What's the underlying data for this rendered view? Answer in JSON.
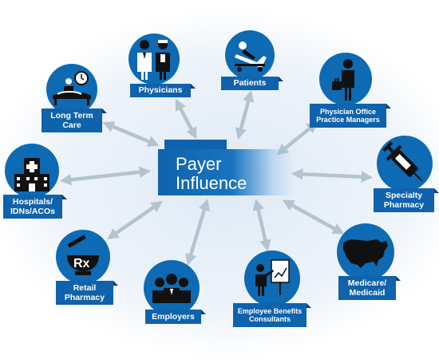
{
  "center": {
    "line1": "Payer",
    "line2": "Influence"
  },
  "nodes": [
    {
      "id": "physicians",
      "lines": [
        "Physicians"
      ],
      "icon": "physicians-icon"
    },
    {
      "id": "patients",
      "lines": [
        "Patients"
      ],
      "icon": "patient-bed-icon"
    },
    {
      "id": "long-term-care",
      "lines": [
        "Long Term",
        "Care"
      ],
      "icon": "long-term-care-icon"
    },
    {
      "id": "physician-office",
      "lines": [
        "Physician Office",
        "Practice Managers"
      ],
      "icon": "office-worker-icon"
    },
    {
      "id": "hospitals",
      "lines": [
        "Hospitals/",
        "IDNs/ACOs"
      ],
      "icon": "hospital-icon"
    },
    {
      "id": "specialty-pharmacy",
      "lines": [
        "Specialty",
        "Pharmacy"
      ],
      "icon": "syringe-icon"
    },
    {
      "id": "retail-pharmacy",
      "lines": [
        "Retail",
        "Pharmacy"
      ],
      "icon": "rx-mortar-icon"
    },
    {
      "id": "medicare-medicaid",
      "lines": [
        "Medicare/",
        "Medicaid"
      ],
      "icon": "usa-map-icon"
    },
    {
      "id": "employers",
      "lines": [
        "Employers"
      ],
      "icon": "employers-icon"
    },
    {
      "id": "employee-benefits",
      "lines": [
        "Employee Benefits",
        "Consultants"
      ],
      "icon": "presenter-icon"
    }
  ],
  "colors": {
    "primary": "#0f62ac",
    "dark": "#0a3f78",
    "arrow": "#b4c3cd",
    "glow": "#eaf2fb"
  }
}
